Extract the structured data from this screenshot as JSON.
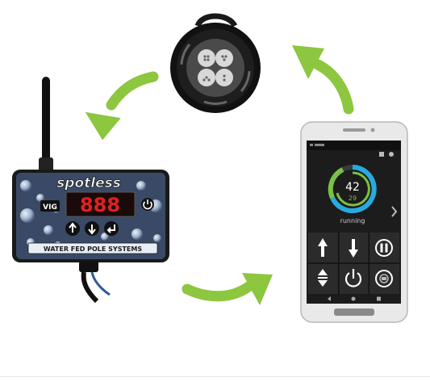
{
  "controller": {
    "brand": "spotless",
    "model_badge": "VIG",
    "display_digits": "888",
    "strip_text": "WATER FED POLE SYSTEMS"
  },
  "phone": {
    "gauge_value": "42",
    "gauge_subvalue": "29",
    "status_text": "running"
  },
  "colors": {
    "arrow_green": "#8dc63f",
    "gauge_blue": "#29a9e0",
    "gauge_green": "#7ac143",
    "phone_screen": "#1c1c1c",
    "controller_blue": "#3a4a66"
  },
  "icons": [
    "remote-fob-icon",
    "antenna-icon",
    "cycle-arrow-icon",
    "up-arrow-icon",
    "down-arrow-icon",
    "pause-icon",
    "power-icon",
    "chevron-right-icon",
    "reset-icon"
  ]
}
